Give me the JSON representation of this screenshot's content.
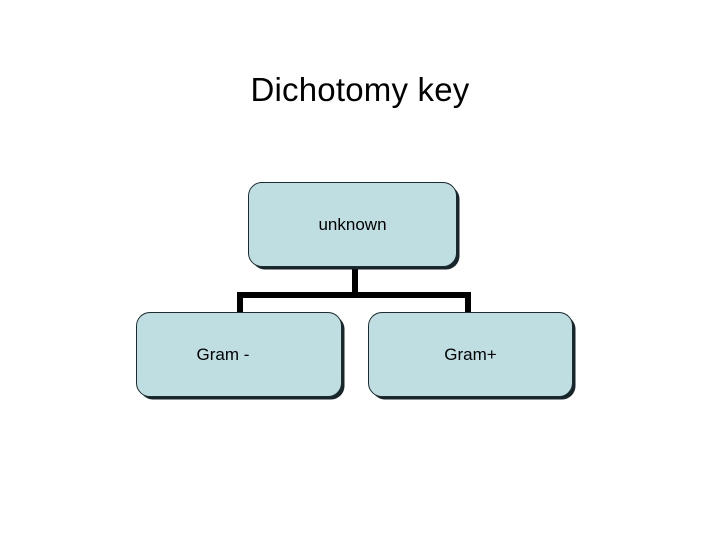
{
  "slide": {
    "title": "Dichotomy key",
    "background_color": "#ffffff"
  },
  "theme": {
    "node_fill": "#bfdee2",
    "node_border": "#1c2b2f",
    "connector_color": "#000000",
    "text_color": "#000000"
  },
  "diagram": {
    "type": "tree",
    "nodes": [
      {
        "id": "unknown",
        "label": "unknown",
        "level": 0
      },
      {
        "id": "gram-negative",
        "label": "Gram -",
        "level": 1
      },
      {
        "id": "gram-positive",
        "label": "Gram+",
        "level": 1
      }
    ],
    "edges": [
      {
        "from": "unknown",
        "to": "gram-negative"
      },
      {
        "from": "unknown",
        "to": "gram-positive"
      }
    ]
  }
}
